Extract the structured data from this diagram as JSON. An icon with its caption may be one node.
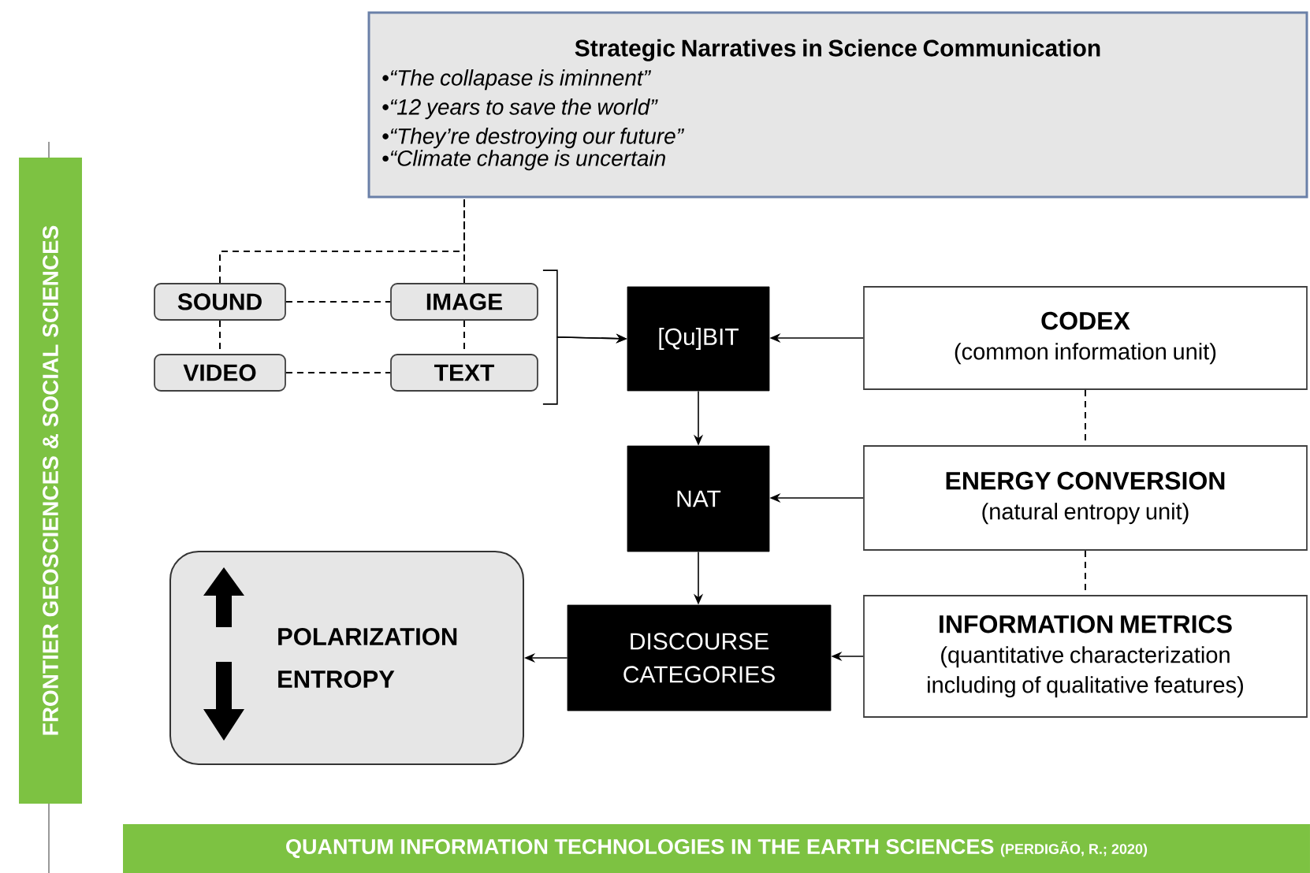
{
  "diagram": {
    "nodes": [
      {
        "text": [
          "Strategic Narratives in Science Communication",
          "•“The collapase is iminnent”",
          "•“12 years to save the world”",
          "•“They’re destroying our future”",
          "•“Climate change is uncertain"
        ]
      },
      {
        "text": [
          "SOUND"
        ]
      },
      {
        "text": [
          "IMAGE"
        ]
      },
      {
        "text": [
          "VIDEO"
        ]
      },
      {
        "text": [
          "TEXT"
        ]
      },
      {
        "text": [
          "[Qu]BIT"
        ]
      },
      {
        "text": [
          "CODEX",
          "(common information unit)"
        ]
      },
      {
        "text": [
          "NAT"
        ]
      },
      {
        "text": [
          "ENERGY CONVERSION",
          "(natural entropy unit)"
        ]
      },
      {
        "text": [
          "DISCOURSE CATEGORIES"
        ]
      },
      {
        "text": [
          "INFORMATION METRICS",
          "(quantitative characterization including of qualitative features)"
        ]
      },
      {
        "text": [
          "POLARIZATION",
          "ENTROPY"
        ]
      },
      {
        "text": [
          "FRONTIER GEOSCIENCES & SOCIAL SCIENCES"
        ]
      },
      {
        "text": [
          "QUANTUM INFORMATION TECHNOLOGIES IN THE EARTH SCIENCES",
          "(PERDIGÃO, R.; 2020)"
        ]
      }
    ],
    "edges": [
      {
        "from": 0,
        "to": 1,
        "arrow": "none",
        "style": "dashed"
      },
      {
        "from": 0,
        "to": 2,
        "arrow": "none",
        "style": "dashed"
      },
      {
        "from": 1,
        "to": 2,
        "arrow": "none",
        "style": "dashed"
      },
      {
        "from": 1,
        "to": 3,
        "arrow": "none",
        "style": "dashed"
      },
      {
        "from": 2,
        "to": 4,
        "arrow": "none",
        "style": "dashed"
      },
      {
        "from": 3,
        "to": 4,
        "arrow": "none",
        "style": "dashed"
      },
      {
        "from": 2,
        "to": 5,
        "arrow": "to"
      },
      {
        "from": 4,
        "to": 5,
        "arrow": "to"
      },
      {
        "from": 6,
        "to": 5,
        "arrow": "to"
      },
      {
        "from": 5,
        "to": 7,
        "arrow": "to"
      },
      {
        "from": 8,
        "to": 7,
        "arrow": "to"
      },
      {
        "from": 6,
        "to": 8,
        "arrow": "none",
        "style": "dashed"
      },
      {
        "from": 8,
        "to": 10,
        "arrow": "none",
        "style": "dashed"
      },
      {
        "from": 7,
        "to": 9,
        "arrow": "to"
      },
      {
        "from": 10,
        "to": 9,
        "arrow": "to"
      },
      {
        "from": 9,
        "to": 11,
        "arrow": "to"
      }
    ]
  }
}
